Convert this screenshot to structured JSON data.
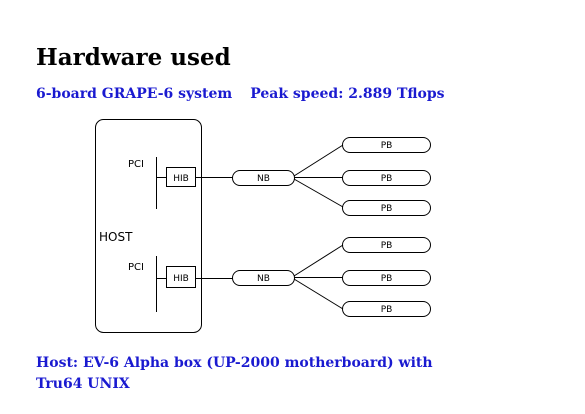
{
  "title": "Hardware used",
  "subtitle": {
    "left": "6-board GRAPE-6 system",
    "right": "Peak speed: 2.889 Tflops"
  },
  "diagram": {
    "host_label": "HOST",
    "groups": [
      {
        "pci_label": "PCI",
        "hib_label": "HIB",
        "nb_label": "NB",
        "pb_labels": [
          "PB",
          "PB",
          "PB"
        ]
      },
      {
        "pci_label": "PCI",
        "hib_label": "HIB",
        "nb_label": "NB",
        "pb_labels": [
          "PB",
          "PB",
          "PB"
        ]
      }
    ]
  },
  "footer": {
    "line1": "Host: EV-6 Alpha box (UP-2000 motherboard) with",
    "line2": "Tru64 UNIX"
  },
  "colors": {
    "accent_text": "#1a1ad0",
    "title_text": "#000000",
    "line": "#000000"
  }
}
